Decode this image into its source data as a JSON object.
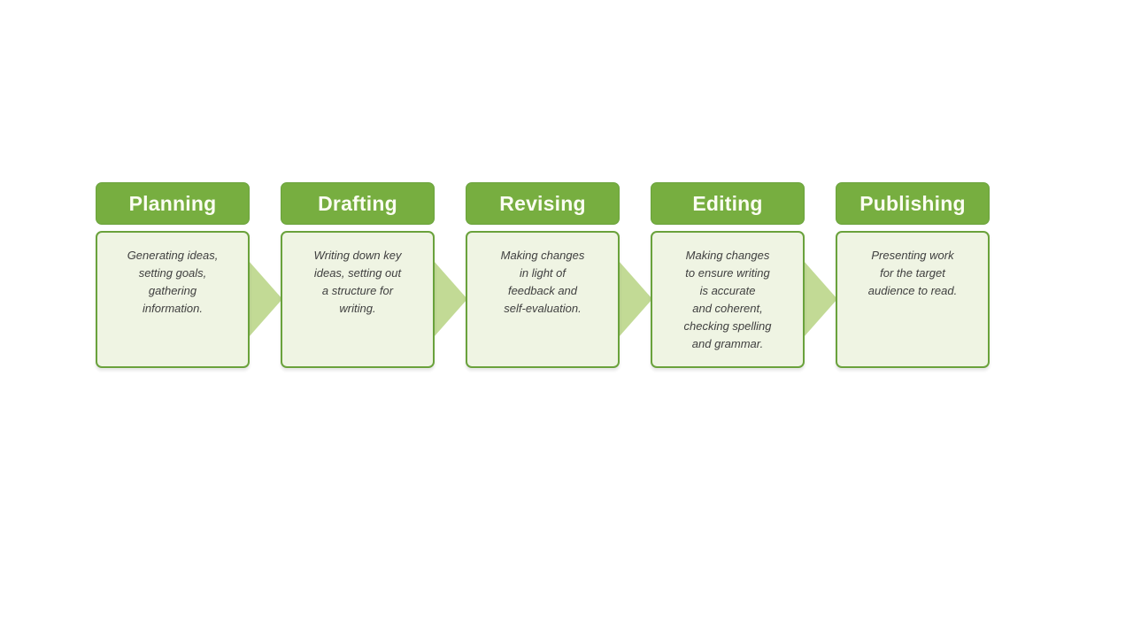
{
  "diagram": {
    "stages": [
      {
        "title": "Planning",
        "description": "Generating ideas,\nsetting goals,\ngathering\ninformation."
      },
      {
        "title": "Drafting",
        "description": "Writing down key\nideas, setting out\na structure for\nwriting."
      },
      {
        "title": "Revising",
        "description": "Making changes\nin light of\nfeedback and\nself-evaluation."
      },
      {
        "title": "Editing",
        "description": "Making changes\nto ensure writing\nis accurate\nand coherent,\nchecking spelling\nand grammar."
      },
      {
        "title": "Publishing",
        "description": "Presenting work\nfor the target\naudience to read."
      }
    ],
    "colors": {
      "header_green": "#77ae40",
      "border_green": "#6aa23c",
      "body_background": "#eff4e3",
      "arrow_green": "#c2da95",
      "title_text": "#fbfdf2",
      "body_text": "#3f3f3f",
      "page_background": "#ffffff"
    }
  }
}
